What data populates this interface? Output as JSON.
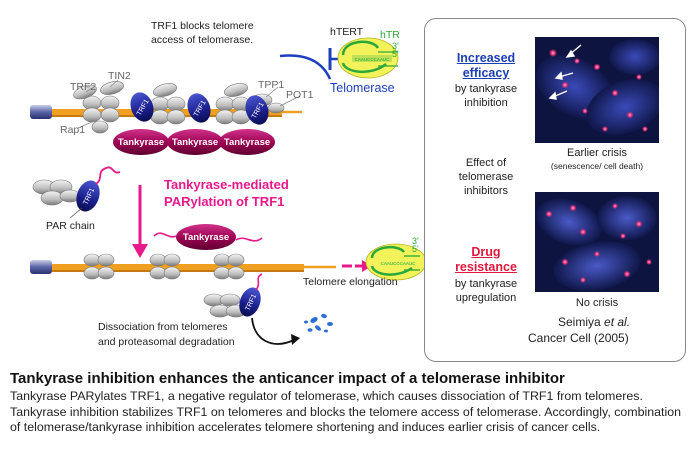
{
  "diagram": {
    "trf1_blocks": [
      "TRF1 blocks telomere",
      "access of telomerase."
    ],
    "telomerase_label": "Telomerase",
    "htert": "hTERT",
    "htr": "hTR",
    "template_seq": "CAAUCCCAAUC",
    "prime3": "3'",
    "prime5": "5'",
    "tin2": "TIN2",
    "trf2": "TRF2",
    "tpp1": "TPP1",
    "pot1": "POT1",
    "rap1": "Rap1",
    "trf1": "TRF1",
    "tankyrase": "Tankyrase",
    "parylation": [
      "Tankyrase-mediated",
      "PARylation of TRF1"
    ],
    "par_chain": "PAR chain",
    "telomere_elongation": "Telomere elongation",
    "dissociation": [
      "Dissociation from telomeres",
      "and proteasomal degradation"
    ]
  },
  "panel": {
    "increased": [
      "Increased",
      "efficacy"
    ],
    "by_tankyrase_inhibition": [
      "by tankyrase",
      "inhibition"
    ],
    "effect": [
      "Effect of",
      "telomerase",
      "inhibitors"
    ],
    "drug_resistance": [
      "Drug",
      "resistance"
    ],
    "by_tankyrase_upregulation": [
      "by tankyrase",
      "upregulation"
    ],
    "earlier_crisis": "Earlier crisis",
    "earlier_crisis_sub": "(senescence/ cell death)",
    "no_crisis": "No crisis",
    "citation_author": "Seimiya",
    "citation_etal": " et al.",
    "citation_journal": "Cancer Cell (2005)"
  },
  "caption": {
    "title": "Tankyrase inhibition enhances the anticancer impact of a telomerase inhibitor",
    "body": "Tankyrase PARylates TRF1, a negative regulator of telomerase, which causes dissociation of TRF1 from telomeres. Tankyrase inhibition stabilizes TRF1 on telomeres and blocks the telomere access of telomerase. Accordingly, combination of telomerase/tankyrase inhibition accelerates telomere shortening and induces earlier crisis of cancer cells."
  },
  "colors": {
    "tankyrase": "#a3004f",
    "trf1": "#1a1f8c",
    "pink_arrow": "#e8198b",
    "telomere_orange": "#f0a020",
    "telomerase_blue": "#1d3fbf",
    "inhibitor_up_arrow": "#1a78c8",
    "resistance_down_arrow": "#e8194a",
    "rna_yellow": "#f2f25a",
    "rna_green": "#2aa83a"
  }
}
